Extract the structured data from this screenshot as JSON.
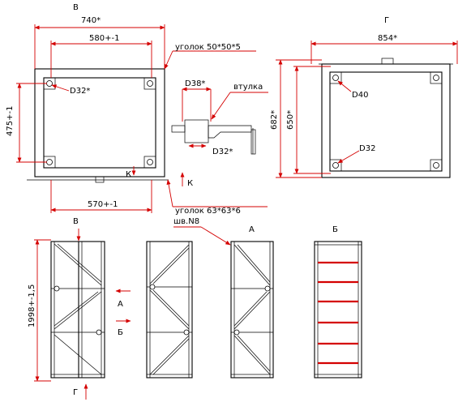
{
  "views": {
    "v": "В",
    "g": "Г",
    "a": "А",
    "b": "Б",
    "k": "К"
  },
  "dimensions": {
    "top_outer": "740*",
    "top_inner": "580+-1",
    "bottom_inner": "570+-1",
    "height_left": "475+-1",
    "d32_left": "D32*",
    "d38": "D38*",
    "d32_bush": "D32*",
    "g_width": "854*",
    "g_height_outer": "682*",
    "g_height_inner": "650*",
    "d40": "D40",
    "d32_g": "D32",
    "column_height": "1998+-1,5"
  },
  "labels": {
    "angle_50": "уголок 50*50*5",
    "bushing": "втулка",
    "angle_63": "уголок 63*63*6",
    "channel": "шв.N8"
  }
}
